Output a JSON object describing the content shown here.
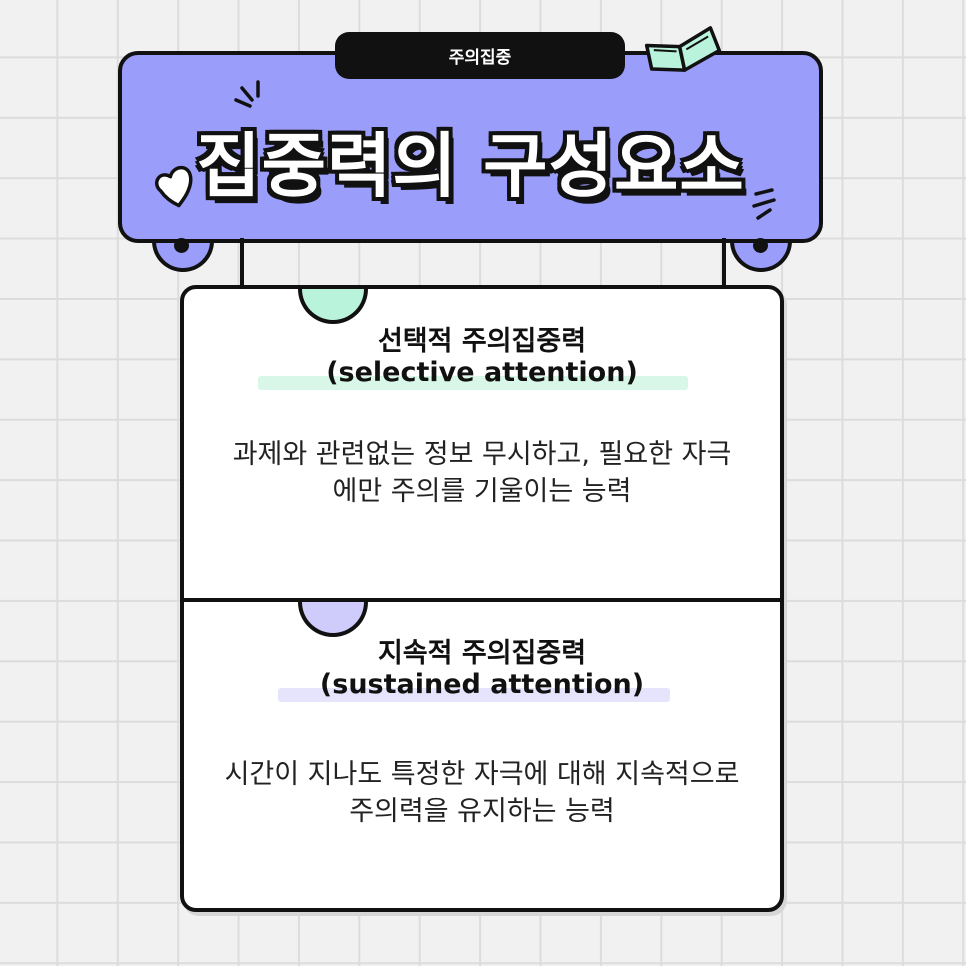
{
  "banner": {
    "tag": "주의집중",
    "title": "집중력의 구성요소"
  },
  "sections": [
    {
      "title_ko": "선택적 주의집중력",
      "title_en": "(selective attention)",
      "description_line1": "과제와 관련없는 정보 무시하고, 필요한 자극",
      "description_line2": "에만 주의를 기울이는 능력"
    },
    {
      "title_ko": "지속적 주의집중력",
      "title_en": "(sustained attention)",
      "description_line1": "시간이 지나도 특정한 자극에 대해 지속적으로",
      "description_line2": "주의력을 유지하는 능력"
    }
  ],
  "colors": {
    "banner": "#9a9dfa",
    "mint": "#b9f3dc",
    "lavender": "#cfccfb",
    "outline": "#111111"
  },
  "icons": [
    "book-icon",
    "heart-icon",
    "sparkle-lines-icon"
  ]
}
